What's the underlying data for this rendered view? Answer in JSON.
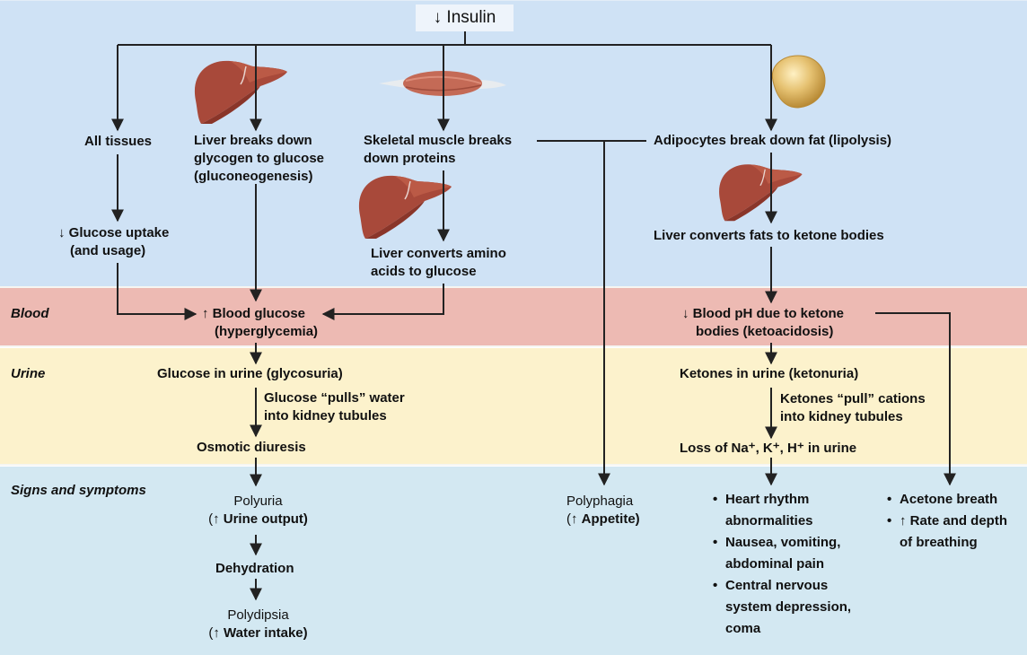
{
  "bands": {
    "blood": "Blood",
    "urine": "Urine",
    "signs": "Signs and symptoms"
  },
  "top": {
    "insulin": "↓ Insulin",
    "all_tissues": "All tissues",
    "liver_glycogen": [
      "Liver breaks down",
      "glycogen to glucose",
      "(gluconeogenesis)"
    ],
    "muscle": [
      "Skeletal muscle breaks",
      "down proteins"
    ],
    "adipocytes": "Adipocytes break down fat (lipolysis)",
    "glucose_uptake": [
      "↓ Glucose uptake",
      "(and usage)"
    ],
    "liver_amino": [
      "Liver converts amino",
      "acids to glucose"
    ],
    "liver_ketone": "Liver converts fats to ketone bodies"
  },
  "blood": {
    "glucose": [
      "↑ Blood glucose",
      "(hyperglycemia)"
    ],
    "ph": [
      "↓ Blood pH due to ketone",
      "bodies (ketoacidosis)"
    ]
  },
  "urine": {
    "glycosuria": "Glucose in urine (glycosuria)",
    "glucose_pulls": [
      "Glucose “pulls” water",
      "into kidney tubules"
    ],
    "osmotic": "Osmotic diuresis",
    "ketonuria": "Ketones in urine (ketonuria)",
    "ketones_pull": [
      "Ketones “pull” cations",
      "into kidney tubules"
    ],
    "loss_cations": "Loss of Na⁺, K⁺, H⁺ in urine"
  },
  "signs": {
    "polyuria": "Polyuria",
    "urine_output_prefix": "(↑ ",
    "urine_output": "Urine output)",
    "dehydration": "Dehydration",
    "polydipsia": "Polydipsia",
    "water_intake_prefix": "(↑ ",
    "water_intake": "Water intake)",
    "polyphagia": "Polyphagia",
    "appetite_prefix": "(↑ ",
    "appetite": "Appetite)",
    "ketoacidosis_effects": [
      "Heart rhythm abnormalities",
      "Nausea, vomiting, abdominal pain",
      "Central nervous system depression, coma"
    ],
    "breathing_effects": [
      "Acetone breath",
      "↑ Rate and depth of breathing"
    ]
  },
  "icons": [
    "liver-icon",
    "skeletal-muscle-icon",
    "adipocyte-icon"
  ],
  "colors": {
    "top_band": "#cfe2f5",
    "blood_band": "#edbab3",
    "urine_band": "#fcf2cc",
    "signs_band": "#d3e8f2",
    "line": "#222222",
    "liver": "#a8493a",
    "muscle": "#c46a56",
    "adipocyte": "#e2bf6a"
  }
}
